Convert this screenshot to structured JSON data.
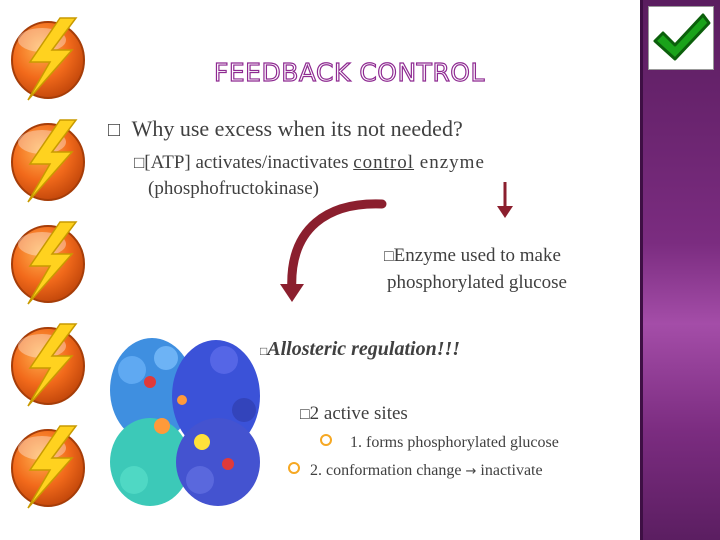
{
  "slide": {
    "title": "FEEDBACK CONTROL",
    "bullet_glyph": "□",
    "bullet1": "Why use excess when its not needed?",
    "sub1_prefix": "[ATP] activates/inactivates ",
    "sub1_underlined": "control",
    "sub1_tail": " enzyme",
    "sub1_line2": "(phosphofructokinase)",
    "enzyme_note_line1": "Enzyme used to make",
    "enzyme_note_line2": "phosphorylated glucose",
    "allosteric_label": "Allosteric regulation!!!",
    "active_sites": "2 active sites",
    "site1": "1. forms phosphorylated glucose",
    "site2_pre": "2. conformation change ",
    "site2_arrow": "→",
    "site2_post": " inactivate"
  },
  "colors": {
    "accent_purple": "#7b2c80",
    "arrow_red": "#8b1f2e",
    "bullet_orange": "#f6a823",
    "bolt_orange": "#f26a1b",
    "bolt_yellow": "#ffd21f"
  },
  "icons": [
    "lightning-bolt-icon",
    "checkmark-icon",
    "curved-arrow-icon",
    "down-arrow-icon",
    "protein-structure-image"
  ]
}
